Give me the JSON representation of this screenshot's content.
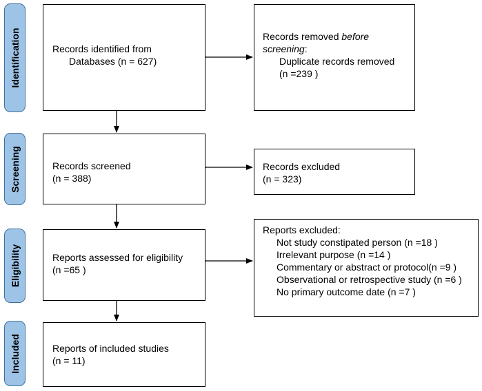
{
  "phases": {
    "identification": "Identification",
    "screening": "Screening",
    "eligibility": "Eligibility",
    "included": "Included"
  },
  "identification": {
    "records_identified": {
      "line1": "Records identified from",
      "line2": "Databases (n = 627)"
    },
    "records_removed": {
      "line1_prefix": "Records removed ",
      "line1_italic": "before",
      "line2_italic": "screening",
      "line2_suffix": ":",
      "line3": "Duplicate records removed",
      "line4": "(n =239 )"
    }
  },
  "screening": {
    "records_screened": {
      "line1": "Records screened",
      "line2": "(n = 388)"
    },
    "records_excluded": {
      "line1": "Records excluded",
      "line2": "(n = 323)"
    }
  },
  "eligibility": {
    "reports_assessed": {
      "line1": "Reports assessed for eligibility",
      "line2": "(n =65 )"
    },
    "reports_excluded": {
      "title": "Reports excluded:",
      "reasons": [
        "Not study constipated person (n =18 )",
        "Irrelevant purpose (n =14 )",
        "Commentary or abstract or  protocol(n =9 )",
        "Observational or retrospective study (n =6 )",
        "No primary outcome date  (n =7 )"
      ]
    }
  },
  "included": {
    "reports_included": {
      "line1": "Reports of included studies",
      "line2": "(n = 11)"
    }
  }
}
